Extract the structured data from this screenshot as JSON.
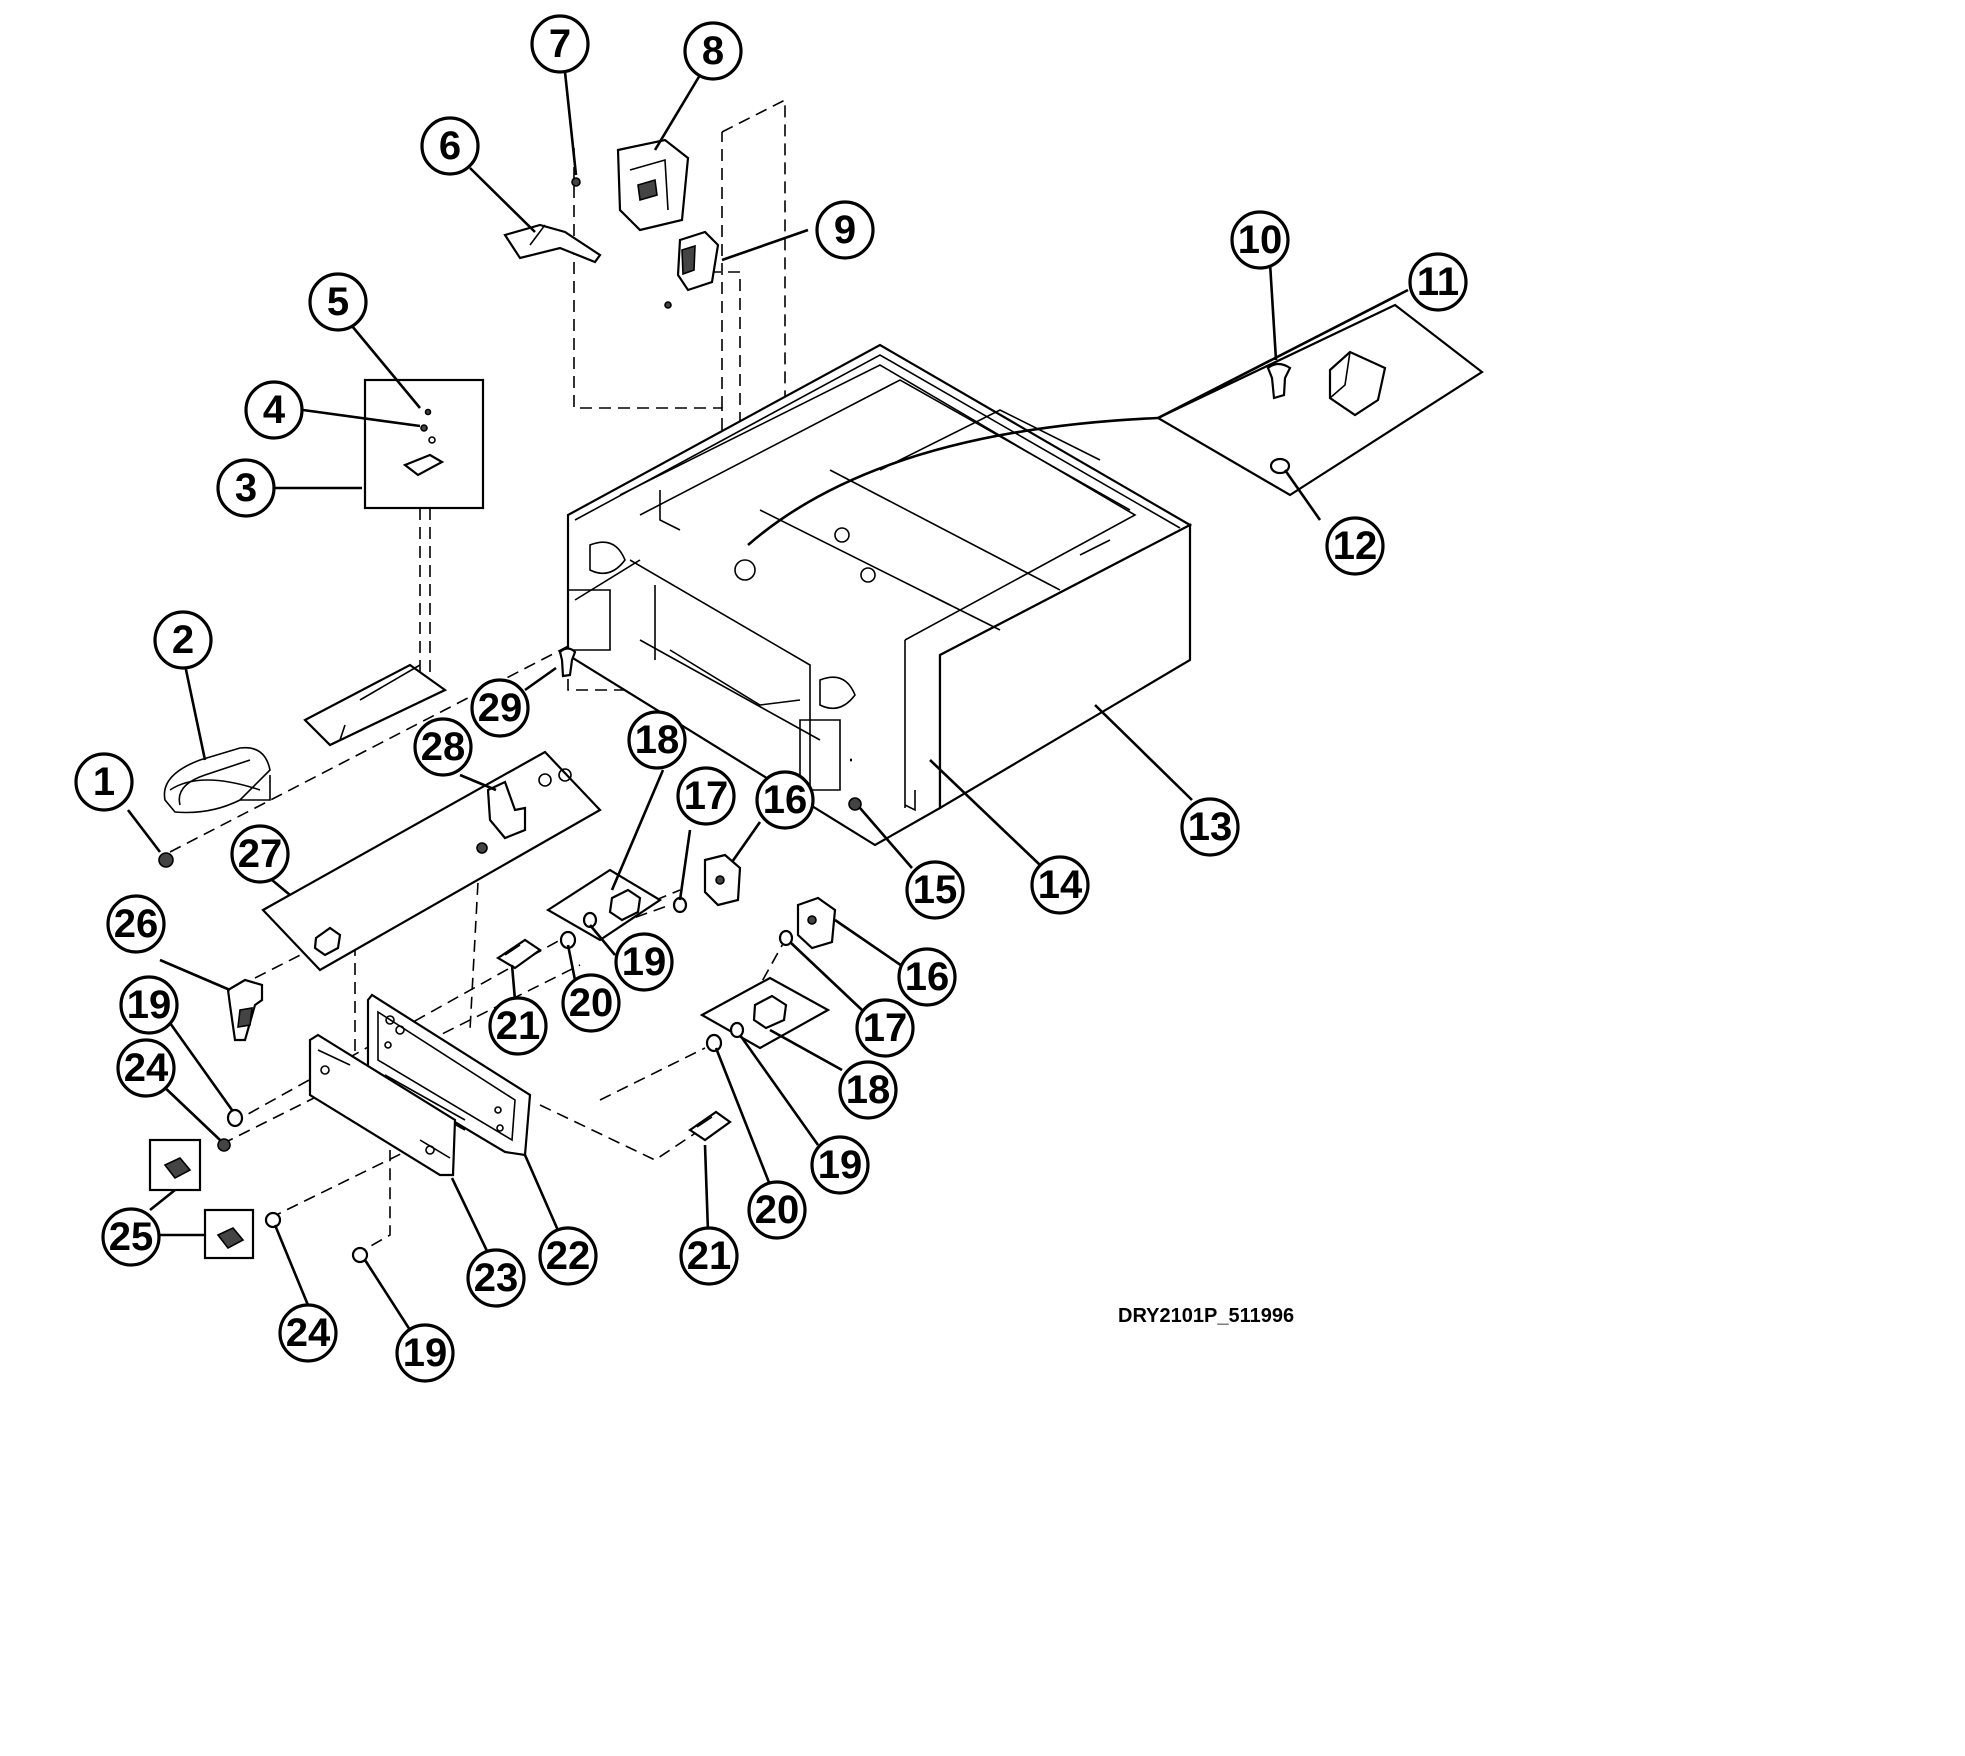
{
  "drawing_id": "DRY2101P_511996",
  "callouts": [
    {
      "id": "c1",
      "label": "1"
    },
    {
      "id": "c2",
      "label": "2"
    },
    {
      "id": "c3",
      "label": "3"
    },
    {
      "id": "c4",
      "label": "4"
    },
    {
      "id": "c5",
      "label": "5"
    },
    {
      "id": "c6",
      "label": "6"
    },
    {
      "id": "c7",
      "label": "7"
    },
    {
      "id": "c8",
      "label": "8"
    },
    {
      "id": "c9",
      "label": "9"
    },
    {
      "id": "c10",
      "label": "10"
    },
    {
      "id": "c11",
      "label": "11"
    },
    {
      "id": "c12",
      "label": "12"
    },
    {
      "id": "c13",
      "label": "13"
    },
    {
      "id": "c14",
      "label": "14"
    },
    {
      "id": "c15",
      "label": "15"
    },
    {
      "id": "c16a",
      "label": "16"
    },
    {
      "id": "c16b",
      "label": "16"
    },
    {
      "id": "c17a",
      "label": "17"
    },
    {
      "id": "c17b",
      "label": "17"
    },
    {
      "id": "c18a",
      "label": "18"
    },
    {
      "id": "c18b",
      "label": "18"
    },
    {
      "id": "c19a",
      "label": "19"
    },
    {
      "id": "c19b",
      "label": "19"
    },
    {
      "id": "c19c",
      "label": "19"
    },
    {
      "id": "c19d",
      "label": "19"
    },
    {
      "id": "c20a",
      "label": "20"
    },
    {
      "id": "c20b",
      "label": "20"
    },
    {
      "id": "c21a",
      "label": "21"
    },
    {
      "id": "c21b",
      "label": "21"
    },
    {
      "id": "c22",
      "label": "22"
    },
    {
      "id": "c23",
      "label": "23"
    },
    {
      "id": "c24a",
      "label": "24"
    },
    {
      "id": "c24b",
      "label": "24"
    },
    {
      "id": "c25",
      "label": "25"
    },
    {
      "id": "c26",
      "label": "26"
    },
    {
      "id": "c27",
      "label": "27"
    },
    {
      "id": "c28",
      "label": "28"
    },
    {
      "id": "c29",
      "label": "29"
    }
  ]
}
